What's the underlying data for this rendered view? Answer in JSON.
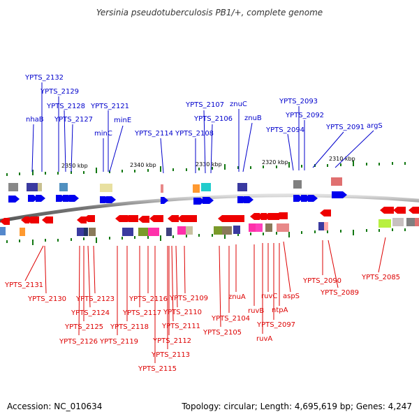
{
  "title": "Yersinia pseudotuberculosis PB1/+, complete genome",
  "footer": {
    "accession": "Accession: NC_010634",
    "summary": "Topology: circular; Length: 4,695,619 bp; Genes: 4,247"
  },
  "colors": {
    "forward": "#0000ee",
    "reverse": "#ee0000",
    "backbone": "#777777",
    "tick": "#117711"
  },
  "ticks": [
    "2350 kbp",
    "2340 kbp",
    "2330 kbp",
    "2320 kbp",
    "2310 kbp"
  ],
  "forward_genes": [
    "nhaB",
    "YPTS_2132",
    "YPTS_2129",
    "YPTS_2128",
    "YPTS_2127",
    "minC",
    "YPTS_2121",
    "minE",
    "YPTS_2114",
    "YPTS_2108",
    "YPTS_2107",
    "YPTS_2106",
    "znuC",
    "znuB",
    "YPTS_2094",
    "YPTS_2093",
    "YPTS_2092",
    "YPTS_2091",
    "argS"
  ],
  "reverse_genes": [
    "YPTS_2131",
    "YPTS_2130",
    "YPTS_2123",
    "YPTS_2124",
    "YPTS_2125",
    "YPTS_2126",
    "YPTS_2119",
    "YPTS_2118",
    "YPTS_2117",
    "YPTS_2116",
    "YPTS_2115",
    "YPTS_2113",
    "YPTS_2112",
    "YPTS_2111",
    "YPTS_2110",
    "YPTS_2109",
    "YPTS_2105",
    "YPTS_2104",
    "znuA",
    "ruvB",
    "ruvA",
    "ruvC",
    "YPTS_2097",
    "ntpA",
    "aspS",
    "YPTS_2090",
    "YPTS_2089",
    "YPTS_2085"
  ]
}
